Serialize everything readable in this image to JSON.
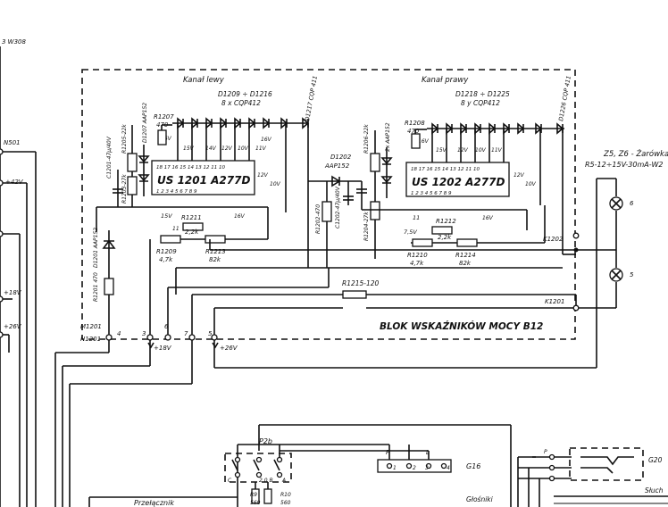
{
  "labels": {
    "w308": "3 W308",
    "n501": "N501",
    "v42": "+42V",
    "v18_left": "+18V",
    "v26_left": "+26V",
    "kanal_lewy": "Kanał lewy",
    "kanal_prawy": "Kanał prawy",
    "d1209": "D1209 ÷ D1216",
    "d1209_b": "8 x CQP412",
    "d1218": "D1218 ÷ D1225",
    "d1218_b": "8 y CQP412",
    "d1217": "D1217 CQP 411",
    "d1226": "D1226 CQP 411",
    "us1201": "US 1201  A277D",
    "us1202": "US 1202 A277D",
    "r1207": "R1207",
    "r1207v": "470",
    "r1208": "R1208",
    "r1208v": "470",
    "c1201": "C1201-47μ/40V",
    "r1205": "R1205-22k",
    "r1203": "R1203-27k",
    "d1207": "D1207 AAP152",
    "d1202": "D1202",
    "d1202v": "AAP152",
    "c1202": "C1202-47μ/40V",
    "r1202": "R1202-470",
    "r1206": "R1206-22k",
    "r1204": "R1204-27k",
    "d1208": "2x AAP152",
    "r1211": "R1211",
    "r1211v": "2,2k",
    "r1212": "R1212",
    "r1212v": "2,2k",
    "r1209": "R1209",
    "r1209v": "4,7k",
    "r1213": "R1213",
    "r1213v": "82k",
    "r1210": "R1210",
    "r1210v": "4,7k",
    "r1214": "R1214",
    "r1214v": "82k",
    "d1201": "D1201 AAP152",
    "r1201": "R1201 470",
    "r1215": "R1215-120",
    "title": "BLOK WSKAŹNIKÓW MOCY B12",
    "k1202": "K1202",
    "k1201": "K1201",
    "m1201": "M1201",
    "n1201": "N1201",
    "pin4": "4",
    "pin3": "3",
    "pin6": "6",
    "pin7": "7",
    "pin5": "5",
    "v18": "+18V",
    "v26": "+26V",
    "lamp_title": "Z5, Z6 - Żarówka",
    "lamp_spec": "R5-12÷15V-30mA-W2",
    "lamp6": "6",
    "lamp5": "5",
    "p2b": "P2b",
    "r9": "R9",
    "r9v": "560",
    "r10": "R10",
    "r10v": "560",
    "przelacznik": "Przełącznik",
    "g16": "G16",
    "glosniki": "Głośniki",
    "p": "P",
    "l": "L",
    "g20": "G20",
    "stuch": "Słuch",
    "v16": "16V",
    "v15": "15V",
    "v14": "14V",
    "v12": "12V",
    "v10": "10V",
    "v11": "11V",
    "v7": "7,5V",
    "v5": "5",
    "pin11": "11"
  }
}
